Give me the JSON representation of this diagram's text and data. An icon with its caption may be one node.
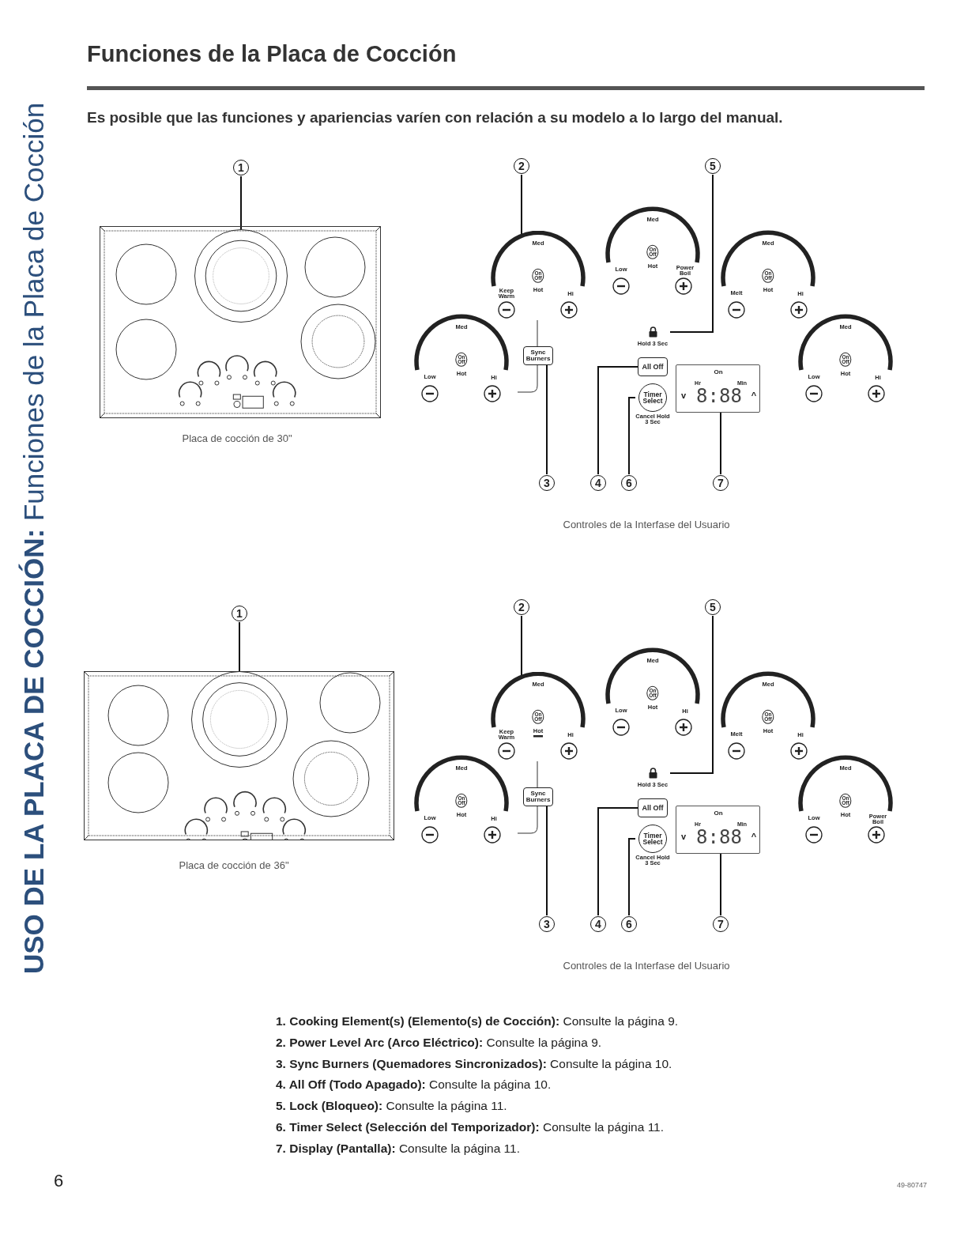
{
  "diagram": {
    "title": "Funciones de la Placa de Cocción",
    "nodes": [
      {
        "text": [
          "1"
        ]
      },
      {
        "text": [
          "2"
        ]
      },
      {
        "text": [
          "5"
        ]
      },
      {
        "text": [],
        "shape": "circle"
      },
      {
        "text": [],
        "shape": "arc"
      },
      {
        "text": [],
        "shape": "lock",
        "beside": [
          "Hold 3 Sec"
        ]
      },
      {
        "text": [
          "Sync Burners"
        ]
      },
      {
        "text": [
          "All Off"
        ]
      },
      {
        "text": [
          "Timer Select"
        ],
        "beside": [
          "Cancel Hold 3 Sec"
        ]
      },
      {
        "text": [
          "On",
          "Hr",
          "Min",
          "v",
          "8:88",
          "^"
        ]
      },
      {
        "text": [
          "3"
        ]
      },
      {
        "text": [
          "4"
        ]
      },
      {
        "text": [
          "6"
        ]
      },
      {
        "text": [
          "7"
        ]
      },
      {
        "text": [
          "1"
        ]
      },
      {
        "text": [
          "2"
        ]
      },
      {
        "text": [
          "5"
        ]
      },
      {
        "text": [],
        "shape": "circle"
      },
      {
        "text": [],
        "shape": "arc"
      },
      {
        "text": [],
        "shape": "lock",
        "beside": [
          "Hold 3 Sec"
        ]
      },
      {
        "text": [
          "Sync Burners"
        ]
      },
      {
        "text": [
          "All Off"
        ]
      },
      {
        "text": [
          "Timer Select"
        ],
        "beside": [
          "Cancel Hold 3 Sec"
        ]
      },
      {
        "text": [
          "On",
          "Hr",
          "Min",
          "v",
          "8:88",
          "^"
        ]
      },
      {
        "text": [
          "3"
        ]
      },
      {
        "text": [
          "4"
        ]
      },
      {
        "text": [
          "6"
        ]
      },
      {
        "text": [
          "7"
        ]
      }
    ],
    "edges": [
      {
        "from": 0,
        "to": 3,
        "arrow": "none"
      },
      {
        "from": 1,
        "to": 4,
        "arrow": "none"
      },
      {
        "from": 2,
        "to": 5,
        "arrow": "none"
      },
      {
        "from": 10,
        "to": 6,
        "arrow": "none"
      },
      {
        "from": 11,
        "to": 7,
        "arrow": "none"
      },
      {
        "from": 12,
        "to": 8,
        "arrow": "none"
      },
      {
        "from": 13,
        "to": 9,
        "arrow": "none"
      },
      {
        "from": 14,
        "to": 17,
        "arrow": "none"
      },
      {
        "from": 15,
        "to": 18,
        "arrow": "none"
      },
      {
        "from": 16,
        "to": 19,
        "arrow": "none"
      },
      {
        "from": 24,
        "to": 20,
        "arrow": "none"
      },
      {
        "from": 25,
        "to": 21,
        "arrow": "none"
      },
      {
        "from": 26,
        "to": 22,
        "arrow": "none"
      },
      {
        "from": 27,
        "to": 23,
        "arrow": "none"
      }
    ],
    "labels": [
      "**USO DE LA PLACA DE COCCIÓN:** Funciones de la Placa de Cocción",
      "Es posible que las funciones y apariencias varíen con relación a su modelo a lo largo del manual.",
      "Placa de cocción de 30\"",
      "Med",
      "On Off",
      "Keep Warm",
      "Hot",
      "Hi",
      "Med",
      "On Off",
      "Low",
      "Hot",
      "Power Boil",
      "Med",
      "On Off",
      "Melt",
      "Hot",
      "Hi",
      "Med",
      "On Off",
      "Low",
      "Hot",
      "Hi",
      "Med",
      "On Off",
      "Low",
      "Hot",
      "Hi",
      "Controles de la Interfase del Usuario",
      "Placa de cocción de 36\"",
      "Med",
      "On Off",
      "Keep Warm",
      "Hot",
      "Hi",
      "Med",
      "On Off",
      "Low",
      "Hot",
      "Hi",
      "Med",
      "On Off",
      "Melt",
      "Hot",
      "Hi",
      "Med",
      "On Off",
      "Low",
      "Hot",
      "Hi",
      "Med",
      "On Off",
      "Low",
      "Hot",
      "Power Boil",
      "Controles de la Interfase del Usuario",
      "**1. Cooking Element(s) (Elemento(s) de Cocción):** Consulte la página 9.",
      "**2. Power Level Arc (Arco Eléctrico):** Consulte la página 9.",
      "**3. Sync Burners (Quemadores Sincronizados):** Consulte la página 10.",
      "**4. All Off (Todo Apagado):** Consulte la página 10.",
      "**5. Lock (Bloqueo):** Consulte la página 11.",
      "**6. Timer Select (Selección del Temporizador):** Consulte la página 11.",
      "**7. Display (Pantalla):** Consulte la página 11.",
      "6",
      "49-80747"
    ]
  }
}
